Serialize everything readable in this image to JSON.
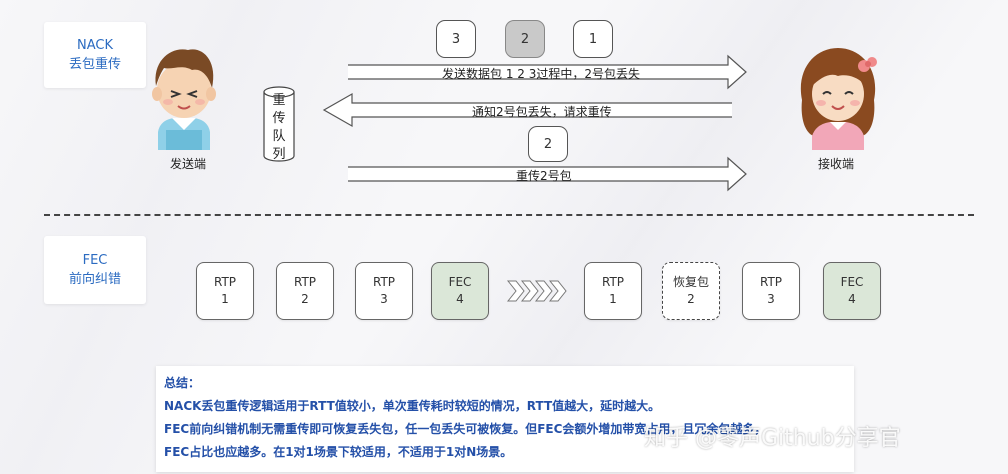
{
  "nack": {
    "label_line1": "NACK",
    "label_line2": "丢包重传",
    "sender_label": "发送端",
    "receiver_label": "接收端",
    "queue_chars": [
      "重",
      "传",
      "队",
      "列"
    ],
    "top_packets": [
      "3",
      "2",
      "1"
    ],
    "lost_packet": "2",
    "arrow1_text": "发送数据包 1 2  3过程中，2号包丢失",
    "arrow2_text": "通知2号包丢失，请求重传",
    "retransmit_packet": "2",
    "arrow3_text": "重传2号包"
  },
  "fec": {
    "label_line1": "FEC",
    "label_line2": "前向纠错",
    "left_group": [
      {
        "line1": "RTP",
        "line2": "1",
        "kind": "rtp"
      },
      {
        "line1": "RTP",
        "line2": "2",
        "kind": "rtp"
      },
      {
        "line1": "RTP",
        "line2": "3",
        "kind": "rtp"
      },
      {
        "line1": "FEC",
        "line2": "4",
        "kind": "fec"
      }
    ],
    "right_group": [
      {
        "line1": "RTP",
        "line2": "1",
        "kind": "rtp"
      },
      {
        "line1": "恢复包",
        "line2": "2",
        "kind": "recover"
      },
      {
        "line1": "RTP",
        "line2": "3",
        "kind": "rtp"
      },
      {
        "line1": "FEC",
        "line2": "4",
        "kind": "fec"
      }
    ]
  },
  "summary": {
    "title": "总结：",
    "line1": "NACK丢包重传逻辑适用于RTT值较小，单次重传耗时较短的情况，RTT值越大，延时越大。",
    "line2": "FEC前向纠错机制无需重传即可恢复丢失包，任一包丢失可被恢复。但FEC会额外增加带宽占用，且冗余包越多，",
    "line3": "FEC占比也应越多。在1对1场景下较适用，不适用于1对N场景。"
  },
  "watermark": "知乎 @零声Github分享官",
  "colors": {
    "label_blue": "#2b6bc1",
    "summary_blue": "#2450a8",
    "fec_green": "#dbe7d8",
    "lost_gray": "#c9c9c9"
  }
}
